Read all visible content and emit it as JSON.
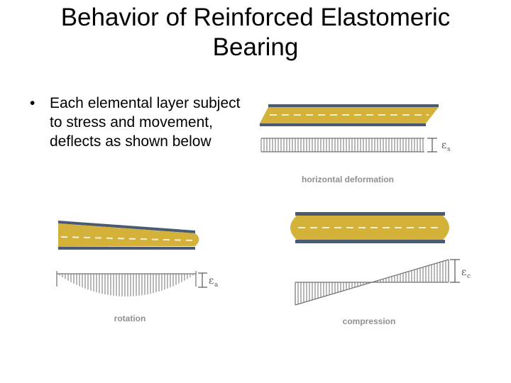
{
  "slide": {
    "title": "Behavior of Reinforced Elastomeric Bearing",
    "bullet": "Each elemental layer subject to stress and movement, deflects as shown below"
  },
  "diagrams": {
    "horizontal": {
      "caption": "horizontal deformation",
      "symbol": "ε",
      "subscript": "s"
    },
    "rotation": {
      "caption": "rotation",
      "symbol": "ε",
      "subscript": "a"
    },
    "compression": {
      "caption": "compression",
      "symbol": "ε",
      "subscript": "c"
    }
  },
  "colors": {
    "elastomer": "#d4b23a",
    "steel": "#4a5a74",
    "strain": "#707070",
    "caption": "#8f8f8f"
  }
}
